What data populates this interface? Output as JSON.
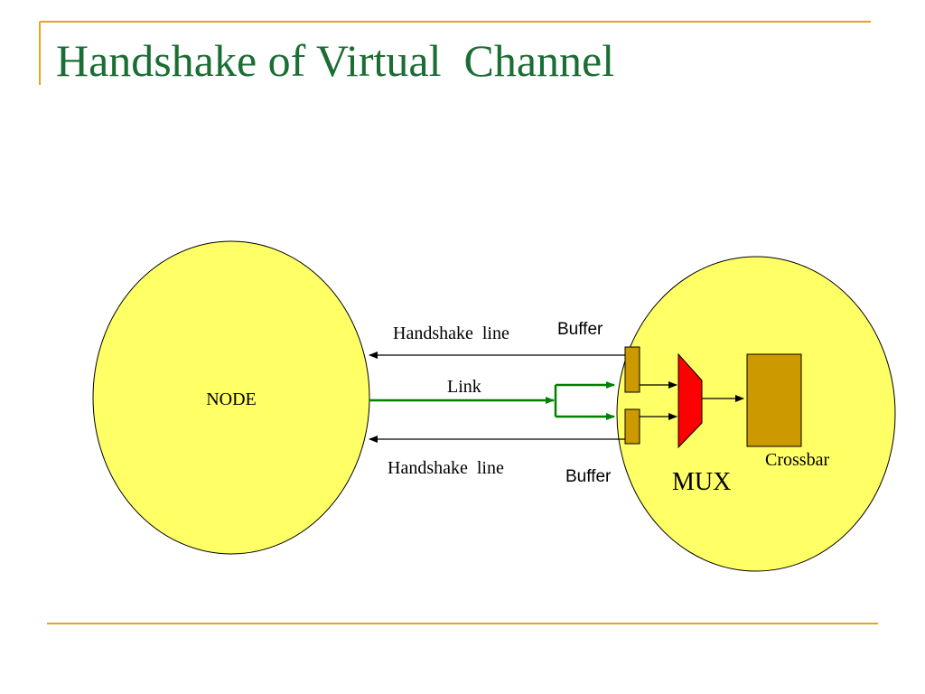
{
  "slide": {
    "title": "Handshake of Virtual  Channel"
  },
  "diagram": {
    "node_label": "NODE",
    "handshake_top_label": "Handshake  line",
    "link_label": "Link",
    "handshake_bottom_label": "Handshake  line",
    "buffer_top_label": "Buffer",
    "buffer_bottom_label": "Buffer",
    "mux_label": "MUX",
    "crossbar_label": "Crossbar"
  },
  "colors": {
    "title": "#1a6e33",
    "accent_rule": "#e3a522",
    "node_fill": "#ffff66",
    "buffer_fill": "#cc9900",
    "mux_fill": "#ff0000",
    "link_line": "#008000"
  }
}
